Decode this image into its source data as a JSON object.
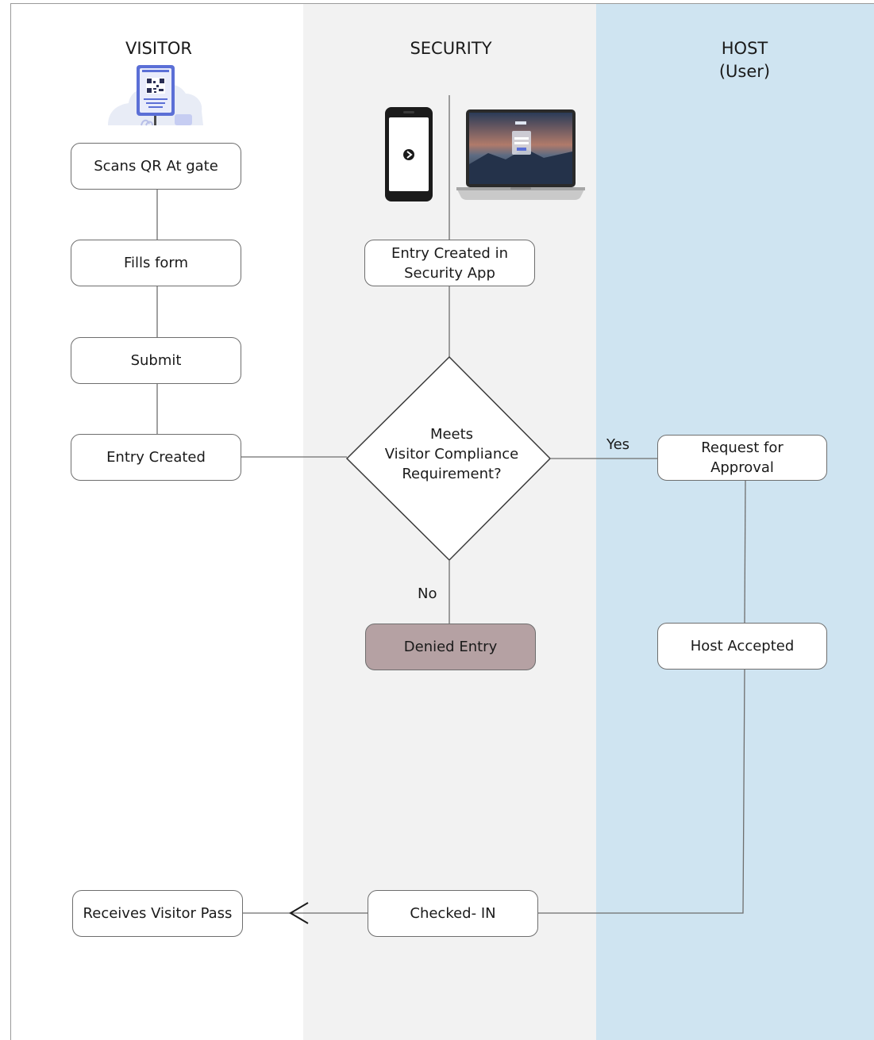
{
  "lanes": {
    "visitor": {
      "title": "VISITOR"
    },
    "security": {
      "title": "SECURITY"
    },
    "host": {
      "title": "HOST",
      "subtitle": "(User)"
    }
  },
  "nodes": {
    "scan_qr": "Scans QR At gate",
    "fills_form": "Fills form",
    "submit": "Submit",
    "entry_created": "Entry Created",
    "entry_created_security_line1": "Entry Created in",
    "entry_created_security_line2": "Security App",
    "decision_line1": "Meets",
    "decision_line2": "Visitor Compliance",
    "decision_line3": "Requirement?",
    "denied_entry": "Denied Entry",
    "request_approval_line1": "Request for",
    "request_approval_line2": "Approval",
    "host_accepted": "Host Accepted",
    "checked_in": "Checked- IN",
    "receives_pass": "Receives Visitor Pass"
  },
  "edges": {
    "yes_label": "Yes",
    "no_label": "No"
  },
  "colors": {
    "security_lane": "#f2f2f2",
    "host_lane": "#cfe4f1",
    "denied_fill": "#b5a1a3",
    "kiosk_blue": "#5b6fd6"
  },
  "icons": {
    "kiosk": "qr-kiosk-icon",
    "phone": "smartphone-icon",
    "laptop": "laptop-icon"
  }
}
